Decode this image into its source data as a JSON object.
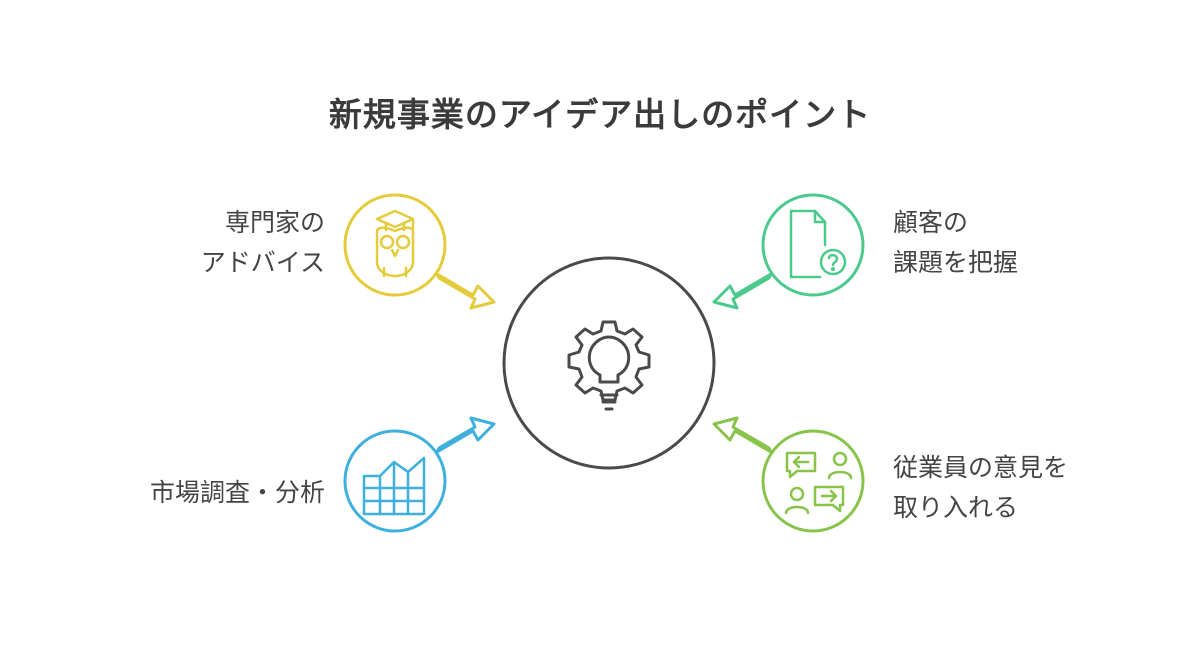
{
  "title": "新規事業のアイデア出しのポイント",
  "center": {
    "icon": "gear-lightbulb-icon"
  },
  "items": [
    {
      "id": "expert",
      "line1": "専門家の",
      "line2": "アドバイス",
      "icon": "owl-graduation-cap-icon",
      "color": "#e3cb3a"
    },
    {
      "id": "customer",
      "line1": "顧客の",
      "line2": "課題を把握",
      "icon": "document-question-icon",
      "color": "#4cc98d"
    },
    {
      "id": "market",
      "line1": "市場調査・分析",
      "line2": "",
      "icon": "bar-chart-growth-icon",
      "color": "#3fb0dd"
    },
    {
      "id": "employee",
      "line1": "従業員の意見を",
      "line2": "取り入れる",
      "icon": "people-conversation-icon",
      "color": "#88c34a"
    }
  ],
  "colors": {
    "center": "#4a4a4a",
    "title": "#3b3b3b"
  }
}
